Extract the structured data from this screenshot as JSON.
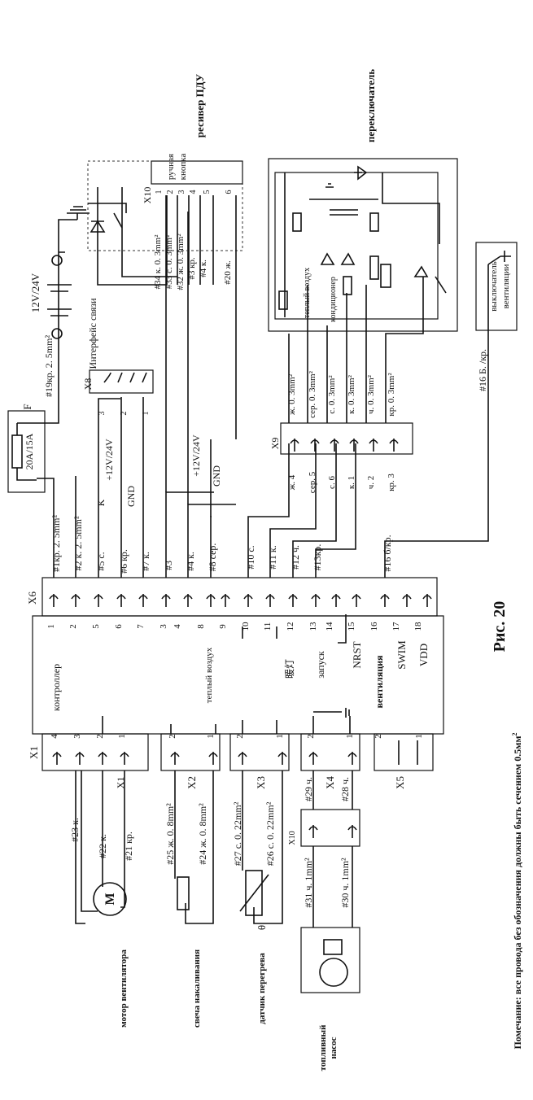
{
  "figure": "Рис. 20",
  "note": "Помечание: все провода без обозначения должны быть сечением 0.5мм",
  "note_sup": "2",
  "controller": {
    "title": "контроллер",
    "warm_air": "теплый воздух",
    "pins": [
      "1",
      "2",
      "5",
      "6",
      "7",
      "3",
      "4",
      "8",
      "9",
      "10",
      "11",
      "12",
      "13",
      "14",
      "15",
      "16",
      "17",
      "18"
    ],
    "labels": [
      "NRST",
      "SWIM",
      "VDD"
    ],
    "start": "запуск",
    "vent": "вентиляция",
    "chinese": "暖灯"
  },
  "connectors": {
    "X6": "X6",
    "X1": "X1",
    "X2": "X2",
    "X3": "X3",
    "X4": "X4",
    "X5": "X5",
    "X8": "X8",
    "X9": "X9",
    "X10": "X10",
    "X1b": "X1",
    "X10b": "X10"
  },
  "wires_top": [
    "#1кр. 2. 5mm²",
    "#2 к. 2. 5mm²",
    "#5 с.",
    "#6 кр.",
    "#7 к.",
    "#3",
    "#4 к.",
    "#8 сер.",
    "#10 с.",
    "#11 к.",
    "#12 ч.",
    "#13кр.",
    "#16 б/кр."
  ],
  "wire_k": "K",
  "power": [
    "+12V/24V",
    "GND"
  ],
  "power2": [
    "+12V/24V",
    "GND"
  ],
  "interface": "Интерфейс связи",
  "x8_pins": [
    "3",
    "2",
    "1"
  ],
  "fuse": {
    "label": "F",
    "rating": "20A/15A"
  },
  "battery": "12V/24V",
  "wire19": "#19кр. 2. 5mm²",
  "receiver": "ресивер ПДУ",
  "manual_button": "ручная кнопка",
  "x10_pins": [
    "1",
    "2",
    "3",
    "4",
    "5",
    "6"
  ],
  "receiver_wires": [
    "#34 к. 0. 3mm²",
    "#33 с. 0. 3mm²",
    "#32 ж. 0. 3mm²",
    "#3 кр.",
    "#4 к.",
    "#20 ж."
  ],
  "x9_left": [
    "ж. 4",
    "сер. 5",
    "с. 6",
    "к. 1",
    "ч. 2",
    "кр. 3"
  ],
  "x9_right": [
    "ж. 0. 3mm²",
    "сер. 0. 3mm²",
    "с. 0. 3mm²",
    "к. 0. 3mm²",
    "ч. 0. 3mm²",
    "кр. 0. 3mm²"
  ],
  "switch": "переключатель",
  "switch_inner": [
    "теплый воздух",
    "кондиционер"
  ],
  "vent_switch": "выключатель вентиляции",
  "wire16": "#16 Б. /кр.",
  "bottom_wires": [
    "#23 к.",
    "#22 к.",
    "#21 кр.",
    "#25 ж. 0. 8mm²",
    "#24 ж. 0. 8mm²",
    "#27 с. 0. 22mm²",
    "#26 с. 0. 22mm²",
    "#29 ч.",
    "#28 ч.",
    "#31 ч. 1mm²",
    "#30 ч. 1mm²"
  ],
  "x1_pins": [
    "4",
    "3",
    "2",
    "1"
  ],
  "x2_pins": [
    "2",
    "1"
  ],
  "x3_pins": [
    "2",
    "1"
  ],
  "x4_pins": [
    "2",
    "1"
  ],
  "x5_pins": [
    "2",
    "1"
  ],
  "devices": [
    "мотор вентилятора",
    "свеча накаливания",
    "датчик перегрева",
    "топливный насос"
  ],
  "motor": "M",
  "theta": "θ"
}
